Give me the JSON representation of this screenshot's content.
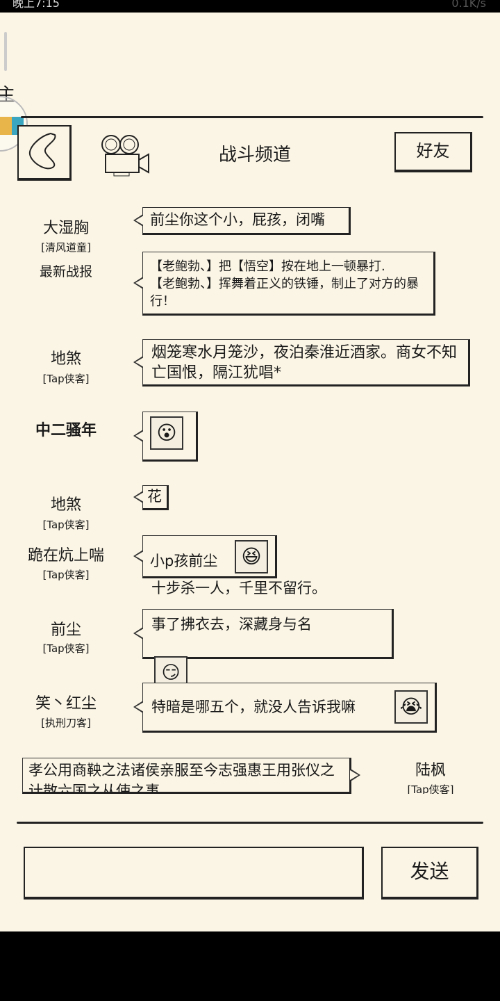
{
  "status_bar": {
    "time": "晚上7:15",
    "right": "0.1K/s"
  },
  "side_fragment": "主",
  "header": {
    "title": "战斗频道",
    "friends_button": "好友"
  },
  "messages": [
    {
      "name": "大湿胸",
      "tag": "[清风道童]",
      "text": "前尘你这个小，屁孩，闭嘴"
    },
    {
      "name": "最新战报",
      "text": "【老鲍勃、】把【悟空】按在地上一顿暴打.\n【老鲍勃、】挥舞着正义的铁锤，制止了对方的暴行！"
    },
    {
      "name": "地煞",
      "tag": "[Tap侠客]",
      "text": "烟笼寒水月笼沙，夜泊秦淮近酒家。商女不知亡国恨，隔江犹唱*"
    },
    {
      "name": "中二骚年",
      "emoji": "surprised-face"
    },
    {
      "name": "地煞",
      "tag": "[Tap侠客]",
      "text": "花"
    },
    {
      "name": "跪在炕上喘",
      "tag": "[Tap侠客]",
      "text": "小p孩前尘",
      "overflow": "十步杀一人，千里不留行。",
      "emoji": "laughing-face"
    },
    {
      "name": "前尘",
      "tag": "[Tap侠客]",
      "text": "事了拂衣去，深藏身与名",
      "emoji": "smug-face"
    },
    {
      "name": "笑丶红尘",
      "tag": "[执刑刀客]",
      "text": "特暗是哪五个，就没人告诉我嘛",
      "emoji": "crying-face"
    },
    {
      "name": "陆枫",
      "tag": "[Tap侠客]",
      "text": "孝公用商鞅之法诸侯亲服至今志强惠王用张仪之计散六国之从使之事"
    }
  ],
  "input": {
    "value": "",
    "send_label": "发送"
  }
}
